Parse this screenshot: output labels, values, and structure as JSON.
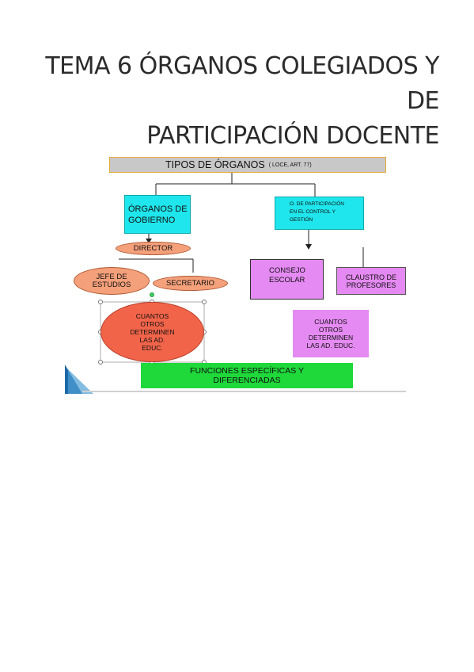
{
  "title": {
    "line1": "TEMA 6 ÓRGANOS COLEGIADOS Y DE",
    "line2": "PARTICIPACIÓN DOCENTE"
  },
  "diagram": {
    "header": {
      "main": "TIPOS DE ÓRGANOS",
      "ref": "( LOCE, ART. 77)"
    },
    "gobierno": "ÓRGANOS DE\nGOBIERNO",
    "participacion": "O. DE PARTICIPACIÓN\nEN EL CONTROL Y\nGESTIÓN",
    "director": "DIRECTOR",
    "jefe_estudios": "JEFE DE\nESTUDIOS",
    "secretario": "SECRETARIO",
    "cuantos_otros_left": "CUANTOS\nOTROS\nDETERMINEN\nLAS AD.\nEDUC.",
    "consejo_escolar": "CONSEJO\nESCOLAR",
    "claustro": "CLAUSTRO DE\nPROFESORES",
    "cuantos_otros_right": "CUANTOS\nOTROS\nDETERMINEN\nLAS AD. EDUC.",
    "funciones": "FUNCIONES ESPECÍFICAS Y\nDIFERENCIADAS"
  },
  "colors": {
    "header_bg": "#c8c8c8",
    "header_border": "#e8a83a",
    "cyan": "#1fe6ec",
    "salmon": "#f4a07a",
    "red_oval": "#f2644a",
    "magenta": "#e58af2",
    "green": "#1fd83a"
  }
}
